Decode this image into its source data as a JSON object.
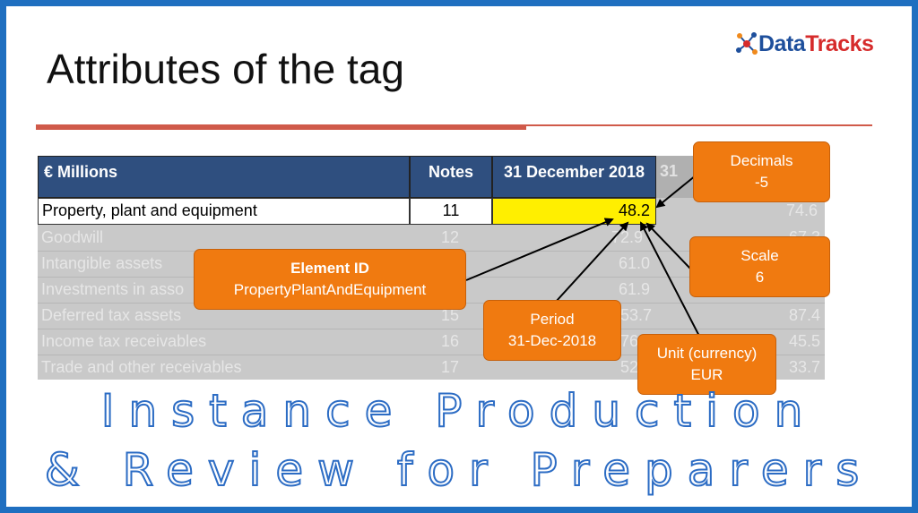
{
  "slide": {
    "title": "Attributes of the tag"
  },
  "logo": {
    "name_part1": "Data",
    "name_part2": "Tracks",
    "icon": "molecule-icon"
  },
  "table": {
    "header": {
      "label_col": "€ Millions",
      "notes_col": "Notes",
      "current_col": "31 December 2018",
      "prior_col_fragment": "31"
    },
    "highlighted_row": {
      "label": "Property, plant and equipment",
      "note": "11",
      "current": "48.2",
      "prior": "74.6"
    },
    "faded_rows": [
      {
        "label": "Goodwill",
        "note": "12",
        "current": "72.9",
        "prior": "67.3"
      },
      {
        "label": "Intangible assets",
        "note": "",
        "current": "61.0",
        "prior": ""
      },
      {
        "label": "Investments in asso",
        "note": "",
        "current": "61.9",
        "prior": ""
      },
      {
        "label": "Deferred tax assets",
        "note": "15",
        "current": "53.7",
        "prior": "87.4"
      },
      {
        "label": "Income tax receivables",
        "note": "16",
        "current": "76",
        "prior": "45.5"
      },
      {
        "label": "Trade and other receivables",
        "note": "17",
        "current": "52",
        "prior": "33.7"
      }
    ]
  },
  "callouts": {
    "decimals": {
      "line1": "Decimals",
      "line2": "-5"
    },
    "scale": {
      "line1": "Scale",
      "line2": "6"
    },
    "element_id": {
      "line1": "Element ID",
      "line2": "PropertyPlantAndEquipment"
    },
    "period": {
      "line1": "Period",
      "line2": "31-Dec-2018"
    },
    "unit": {
      "line1": "Unit (currency)",
      "line2": "EUR"
    }
  },
  "banner": {
    "line1": "Instance Production",
    "line2": "& Review for Preparers"
  },
  "colors": {
    "frame": "#1f6fc0",
    "header_bg": "#2f4f7f",
    "highlight": "#ffef00",
    "callout": "#f07a10",
    "rule": "#d05a4a"
  }
}
